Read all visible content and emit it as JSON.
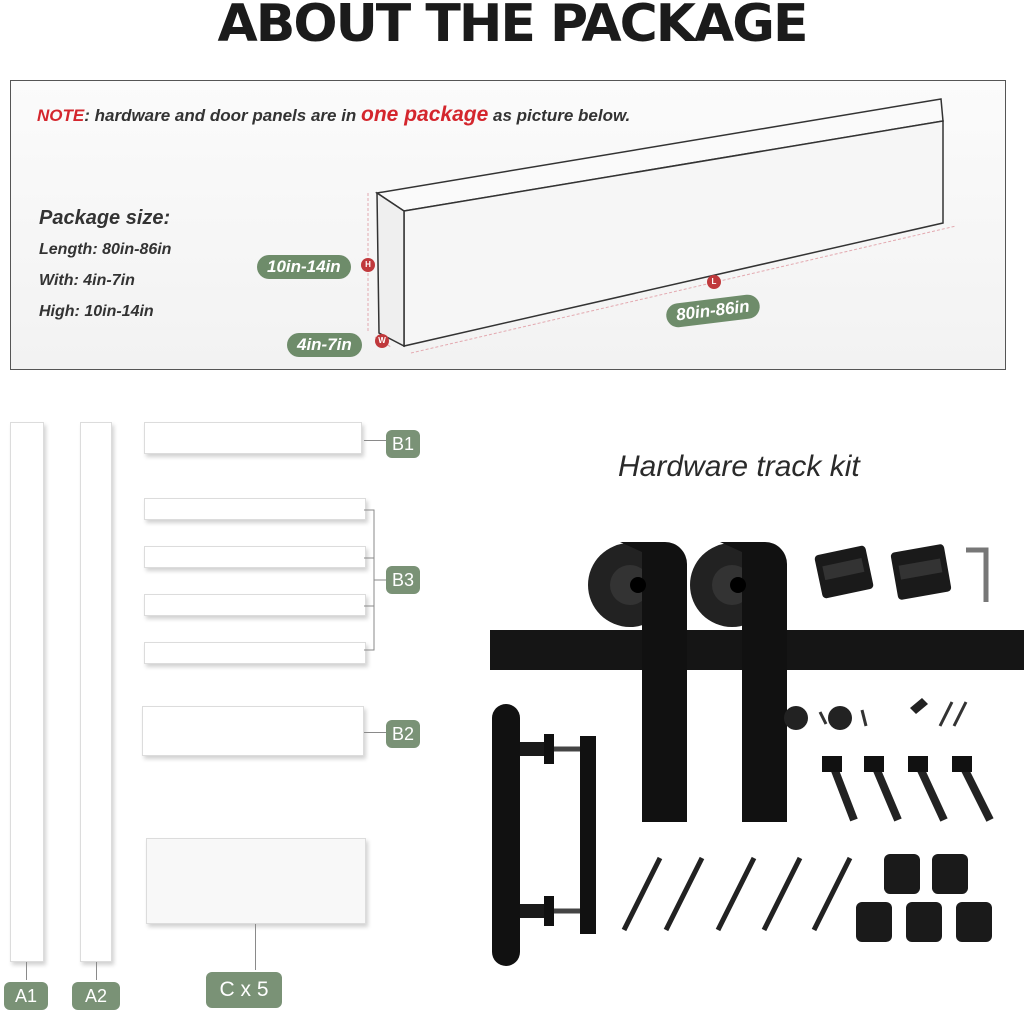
{
  "header": {
    "title": "ABOUT THE PACKAGE"
  },
  "note": {
    "prefix": "NOTE",
    "text_a": ": hardware and door panels are in ",
    "highlight": "one package",
    "text_b": " as picture below."
  },
  "package_size": {
    "title": "Package size:",
    "length": "Length:  80in-86in",
    "width": "With:  4in-7in",
    "height": "High: 10in-14in"
  },
  "box_labels": {
    "height": "10in-14in",
    "width": "4in-7in",
    "length": "80in-86in",
    "h_dot": "H",
    "w_dot": "W",
    "l_dot": "L"
  },
  "parts": {
    "a1": "A1",
    "a2": "A2",
    "b1": "B1",
    "b2": "B2",
    "b3": "B3",
    "c": "C x 5"
  },
  "hardware": {
    "title": "Hardware track kit"
  },
  "colors": {
    "accent_green": "#6e8c6a",
    "note_red": "#d4262d",
    "hardware_black": "#151515"
  }
}
